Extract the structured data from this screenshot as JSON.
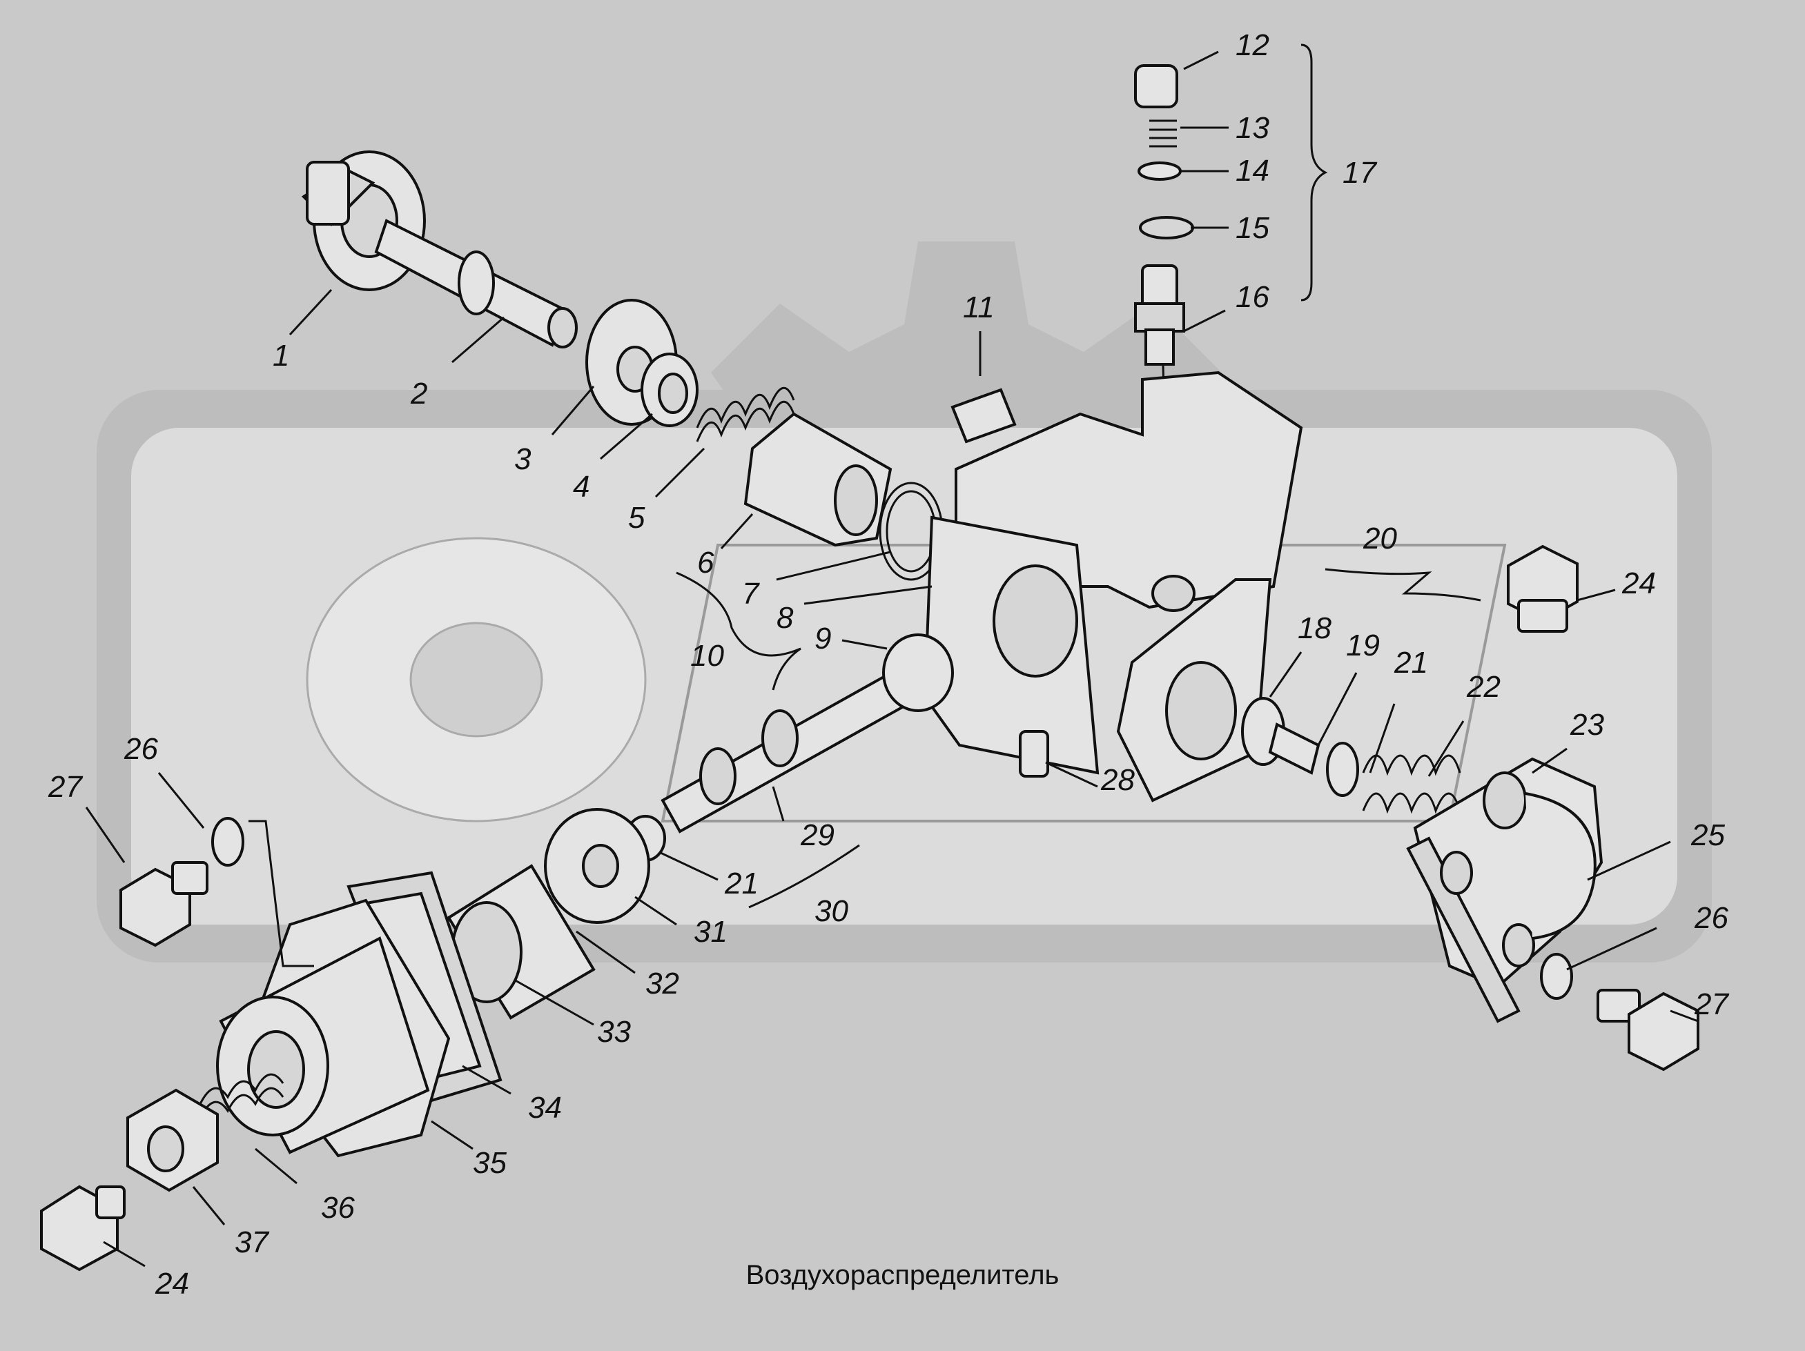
{
  "caption": "Воздухораспределитель",
  "colors": {
    "background": "#c9c9c9",
    "watermark": "#bdbdbd",
    "ink": "#111111"
  },
  "labels": {
    "l1": "1",
    "l2": "2",
    "l3": "3",
    "l4": "4",
    "l5": "5",
    "l6": "6",
    "l7": "7",
    "l8": "8",
    "l9": "9",
    "l10": "10",
    "l11": "11",
    "l12": "12",
    "l13": "13",
    "l14": "14",
    "l15": "15",
    "l16": "16",
    "l17": "17",
    "l18": "18",
    "l19": "19",
    "l20": "20",
    "l21a": "21",
    "l21b": "21",
    "l22": "22",
    "l23": "23",
    "l24a": "24",
    "l24b": "24",
    "l25": "25",
    "l26a": "26",
    "l26b": "26",
    "l27a": "27",
    "l27b": "27",
    "l28": "28",
    "l29": "29",
    "l30": "30",
    "l31": "31",
    "l32": "32",
    "l33": "33",
    "l34": "34",
    "l35": "35",
    "l36": "36",
    "l37": "37"
  }
}
